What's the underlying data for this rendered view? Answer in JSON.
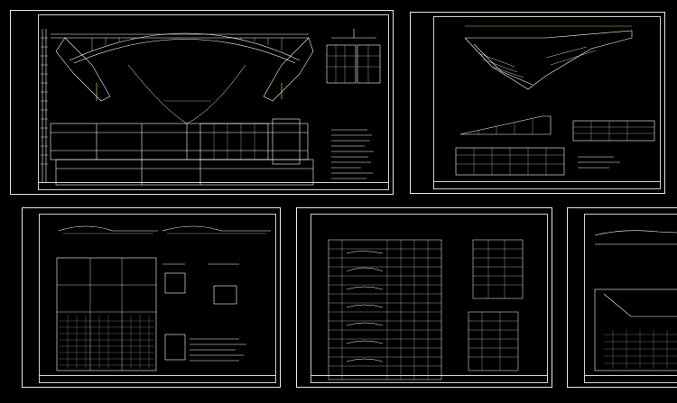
{
  "canvas": {
    "background": "#000000",
    "line_color": "#ffffff",
    "accent_color": "#ffff00",
    "hatch_color": "#cfcfcf"
  },
  "sheets": [
    {
      "id": "sheet-1",
      "title_block": ""
    },
    {
      "id": "sheet-2",
      "title_block": ""
    },
    {
      "id": "sheet-3",
      "title_block": ""
    },
    {
      "id": "sheet-4",
      "title_block": ""
    },
    {
      "id": "sheet-5",
      "title_block": ""
    }
  ]
}
